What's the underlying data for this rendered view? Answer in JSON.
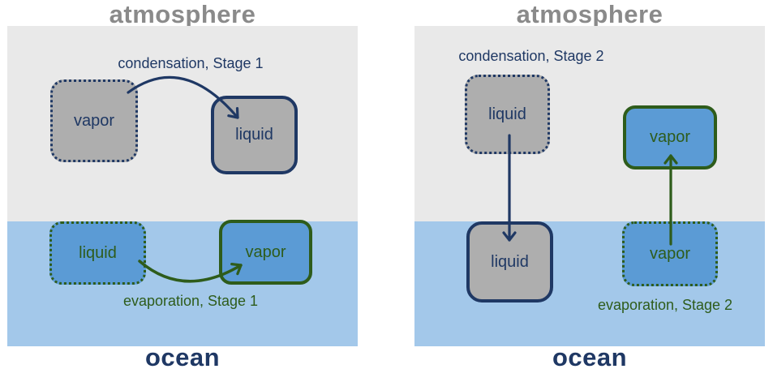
{
  "colors": {
    "atmosphere_bg": "#e9e9e9",
    "ocean_bg": "#a3c8ea",
    "gray_box_fill": "#aeaeae",
    "blue_box_fill": "#5b9bd5",
    "navy": "#1f3864",
    "green": "#2e5c1b",
    "title_gray": "#8a8a8a"
  },
  "panels": [
    {
      "name": "Stage 1",
      "atmosphere_label": "atmosphere",
      "ocean_label": "ocean",
      "condensation_label": "condensation, Stage 1",
      "evaporation_label": "evaporation, Stage 1",
      "boxes": [
        {
          "label": "vapor",
          "region": "atmosphere",
          "border": "dotted",
          "scheme": "gray-navy"
        },
        {
          "label": "liquid",
          "region": "atmosphere",
          "border": "solid",
          "scheme": "gray-navy"
        },
        {
          "label": "liquid",
          "region": "ocean",
          "border": "dotted",
          "scheme": "blue-green"
        },
        {
          "label": "vapor",
          "region": "ocean",
          "border": "solid",
          "scheme": "blue-green"
        }
      ],
      "arrows": [
        {
          "name": "condensation-arrow",
          "from": "vapor (atmosphere)",
          "to": "liquid (atmosphere)",
          "shape": "curved"
        },
        {
          "name": "evaporation-arrow",
          "from": "liquid (ocean)",
          "to": "vapor (ocean)",
          "shape": "curved"
        }
      ]
    },
    {
      "name": "Stage 2",
      "atmosphere_label": "atmosphere",
      "ocean_label": "ocean",
      "condensation_label": "condensation, Stage 2",
      "evaporation_label": "evaporation, Stage 2",
      "boxes": [
        {
          "label": "liquid",
          "region": "atmosphere",
          "border": "dotted",
          "scheme": "gray-navy"
        },
        {
          "label": "vapor",
          "region": "atmosphere",
          "border": "solid",
          "scheme": "blue-green"
        },
        {
          "label": "liquid",
          "region": "ocean",
          "border": "solid",
          "scheme": "gray-navy"
        },
        {
          "label": "vapor",
          "region": "ocean",
          "border": "dotted",
          "scheme": "blue-green"
        }
      ],
      "arrows": [
        {
          "name": "condensation-arrow",
          "from": "liquid (atmosphere)",
          "to": "liquid (ocean)",
          "shape": "straight-down"
        },
        {
          "name": "evaporation-arrow",
          "from": "vapor (ocean)",
          "to": "vapor (atmosphere)",
          "shape": "straight-up"
        }
      ]
    }
  ]
}
